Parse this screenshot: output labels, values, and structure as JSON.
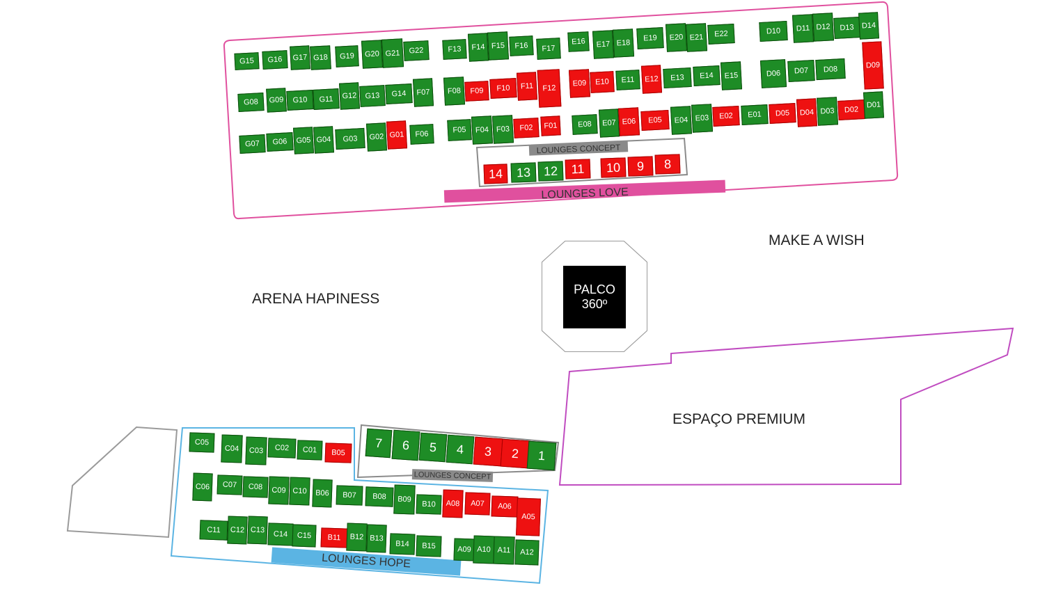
{
  "colors": {
    "available": "#1e8c26",
    "sold": "#ee1111",
    "love": "#e0509e",
    "hope": "#5bb4e3",
    "premium": "#c04cc0",
    "concept": "#8a8a8a"
  },
  "labels": {
    "make_a_wish": "MAKE A WISH",
    "arena": "ARENA HAPINESS",
    "premium": "ESPAÇO PREMIUM",
    "stage_line1": "PALCO",
    "stage_line2": "360º",
    "lounges_love": "LOUNGES LOVE",
    "lounges_hope": "LOUNGES HOPE",
    "concept_top": "LOUNGES CONCEPT",
    "concept_bottom": "LOUNGES CONCEPT"
  },
  "stands": {
    "love": [
      {
        "id": "G15",
        "s": "available"
      },
      {
        "id": "G16",
        "s": "available"
      },
      {
        "id": "G17",
        "s": "available"
      },
      {
        "id": "G18",
        "s": "available"
      },
      {
        "id": "G19",
        "s": "available"
      },
      {
        "id": "G20",
        "s": "available"
      },
      {
        "id": "G21",
        "s": "available"
      },
      {
        "id": "G22",
        "s": "available"
      },
      {
        "id": "G08",
        "s": "available"
      },
      {
        "id": "G09",
        "s": "available"
      },
      {
        "id": "G10",
        "s": "available"
      },
      {
        "id": "G11",
        "s": "available"
      },
      {
        "id": "G12",
        "s": "available"
      },
      {
        "id": "G13",
        "s": "available"
      },
      {
        "id": "G14",
        "s": "available"
      },
      {
        "id": "F07",
        "s": "available"
      },
      {
        "id": "G07",
        "s": "available"
      },
      {
        "id": "G06",
        "s": "available"
      },
      {
        "id": "G05",
        "s": "available"
      },
      {
        "id": "G04",
        "s": "available"
      },
      {
        "id": "G03",
        "s": "available"
      },
      {
        "id": "G02",
        "s": "available"
      },
      {
        "id": "G01",
        "s": "sold"
      },
      {
        "id": "F06",
        "s": "available"
      },
      {
        "id": "F13",
        "s": "available"
      },
      {
        "id": "F14",
        "s": "available"
      },
      {
        "id": "F15",
        "s": "available"
      },
      {
        "id": "F16",
        "s": "available"
      },
      {
        "id": "F17",
        "s": "available"
      },
      {
        "id": "F08",
        "s": "available"
      },
      {
        "id": "F09",
        "s": "sold"
      },
      {
        "id": "F10",
        "s": "sold"
      },
      {
        "id": "F11",
        "s": "sold"
      },
      {
        "id": "F12",
        "s": "sold"
      },
      {
        "id": "F05",
        "s": "available"
      },
      {
        "id": "F04",
        "s": "available"
      },
      {
        "id": "F03",
        "s": "available"
      },
      {
        "id": "F02",
        "s": "sold"
      },
      {
        "id": "F01",
        "s": "sold"
      },
      {
        "id": "E16",
        "s": "available"
      },
      {
        "id": "E17",
        "s": "available"
      },
      {
        "id": "E18",
        "s": "available"
      },
      {
        "id": "E19",
        "s": "available"
      },
      {
        "id": "E20",
        "s": "available"
      },
      {
        "id": "E21",
        "s": "available"
      },
      {
        "id": "E22",
        "s": "available"
      },
      {
        "id": "E09",
        "s": "sold"
      },
      {
        "id": "E10",
        "s": "sold"
      },
      {
        "id": "E11",
        "s": "available"
      },
      {
        "id": "E12",
        "s": "sold"
      },
      {
        "id": "E13",
        "s": "available"
      },
      {
        "id": "E14",
        "s": "available"
      },
      {
        "id": "E15",
        "s": "available"
      },
      {
        "id": "E08",
        "s": "available"
      },
      {
        "id": "E07",
        "s": "available"
      },
      {
        "id": "E06",
        "s": "sold"
      },
      {
        "id": "E05",
        "s": "sold"
      },
      {
        "id": "E04",
        "s": "available"
      },
      {
        "id": "E03",
        "s": "available"
      },
      {
        "id": "E02",
        "s": "sold"
      },
      {
        "id": "E01",
        "s": "available"
      },
      {
        "id": "D05",
        "s": "sold"
      },
      {
        "id": "D04",
        "s": "sold"
      },
      {
        "id": "D03",
        "s": "available"
      },
      {
        "id": "D02",
        "s": "sold"
      },
      {
        "id": "D01",
        "s": "available"
      },
      {
        "id": "D10",
        "s": "available"
      },
      {
        "id": "D11",
        "s": "available"
      },
      {
        "id": "D12",
        "s": "available"
      },
      {
        "id": "D13",
        "s": "available"
      },
      {
        "id": "D14",
        "s": "available"
      },
      {
        "id": "D06",
        "s": "available"
      },
      {
        "id": "D07",
        "s": "available"
      },
      {
        "id": "D08",
        "s": "available"
      },
      {
        "id": "D09",
        "s": "sold"
      }
    ],
    "concept_top": [
      {
        "id": "14",
        "s": "sold"
      },
      {
        "id": "13",
        "s": "available"
      },
      {
        "id": "12",
        "s": "available"
      },
      {
        "id": "11",
        "s": "sold"
      },
      {
        "id": "10",
        "s": "sold"
      },
      {
        "id": "9",
        "s": "sold"
      },
      {
        "id": "8",
        "s": "sold"
      }
    ],
    "hope": [
      {
        "id": "C05",
        "s": "available"
      },
      {
        "id": "C04",
        "s": "available"
      },
      {
        "id": "C03",
        "s": "available"
      },
      {
        "id": "C02",
        "s": "available"
      },
      {
        "id": "C01",
        "s": "available"
      },
      {
        "id": "B05",
        "s": "sold"
      },
      {
        "id": "C06",
        "s": "available"
      },
      {
        "id": "C07",
        "s": "available"
      },
      {
        "id": "C08",
        "s": "available"
      },
      {
        "id": "C09",
        "s": "available"
      },
      {
        "id": "C10",
        "s": "available"
      },
      {
        "id": "B06",
        "s": "available"
      },
      {
        "id": "B07",
        "s": "available"
      },
      {
        "id": "B08",
        "s": "available"
      },
      {
        "id": "B09",
        "s": "available"
      },
      {
        "id": "B10",
        "s": "available"
      },
      {
        "id": "A08",
        "s": "sold"
      },
      {
        "id": "A07",
        "s": "sold"
      },
      {
        "id": "A06",
        "s": "sold"
      },
      {
        "id": "A05",
        "s": "sold"
      },
      {
        "id": "C11",
        "s": "available"
      },
      {
        "id": "C12",
        "s": "available"
      },
      {
        "id": "C13",
        "s": "available"
      },
      {
        "id": "C14",
        "s": "available"
      },
      {
        "id": "C15",
        "s": "available"
      },
      {
        "id": "B11",
        "s": "sold"
      },
      {
        "id": "B12",
        "s": "available"
      },
      {
        "id": "B13",
        "s": "available"
      },
      {
        "id": "B14",
        "s": "available"
      },
      {
        "id": "B15",
        "s": "available"
      },
      {
        "id": "A09",
        "s": "available"
      },
      {
        "id": "A10",
        "s": "available"
      },
      {
        "id": "A11",
        "s": "available"
      },
      {
        "id": "A12",
        "s": "available"
      }
    ],
    "concept_bottom": [
      {
        "id": "7",
        "s": "available"
      },
      {
        "id": "6",
        "s": "available"
      },
      {
        "id": "5",
        "s": "available"
      },
      {
        "id": "4",
        "s": "available"
      },
      {
        "id": "3",
        "s": "sold"
      },
      {
        "id": "2",
        "s": "sold"
      },
      {
        "id": "1",
        "s": "available"
      }
    ]
  }
}
